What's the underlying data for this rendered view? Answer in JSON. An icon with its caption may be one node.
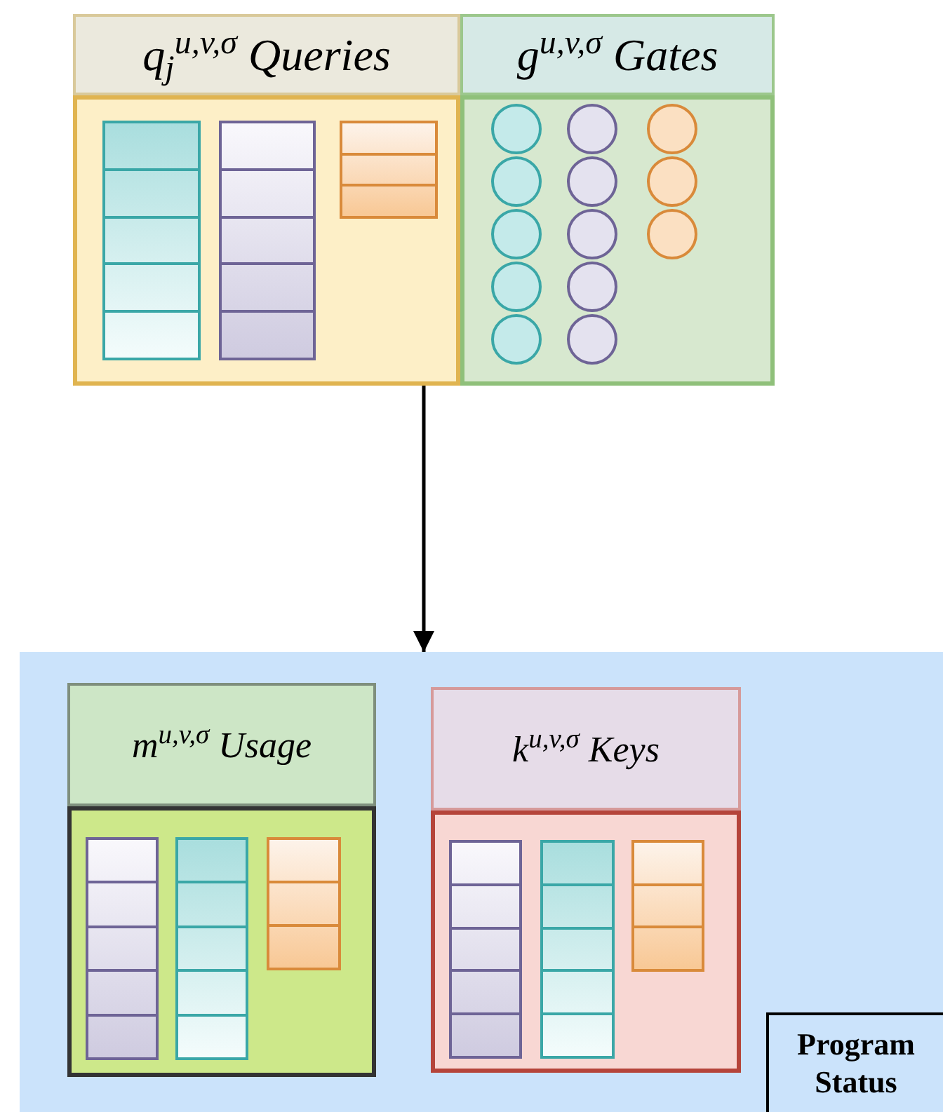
{
  "diagram": {
    "nodes": [
      {
        "text": [
          "q$_{j}$$^{u,v,σ}$ Queries"
        ]
      },
      {
        "text": [
          "g$^{u,v,σ}$ Gates"
        ]
      },
      {
        "text": [],
        "shape": "box"
      },
      {
        "text": [
          "m$^{u,v,σ}$ Usage"
        ],
        "in": 2
      },
      {
        "text": [
          "k$^{u,v,σ}$ Keys"
        ],
        "in": 2
      },
      {
        "text": [
          "Program Status"
        ],
        "in": 2
      }
    ],
    "edges": [
      {
        "from": 0,
        "to": 2,
        "arrow": "to"
      }
    ]
  }
}
